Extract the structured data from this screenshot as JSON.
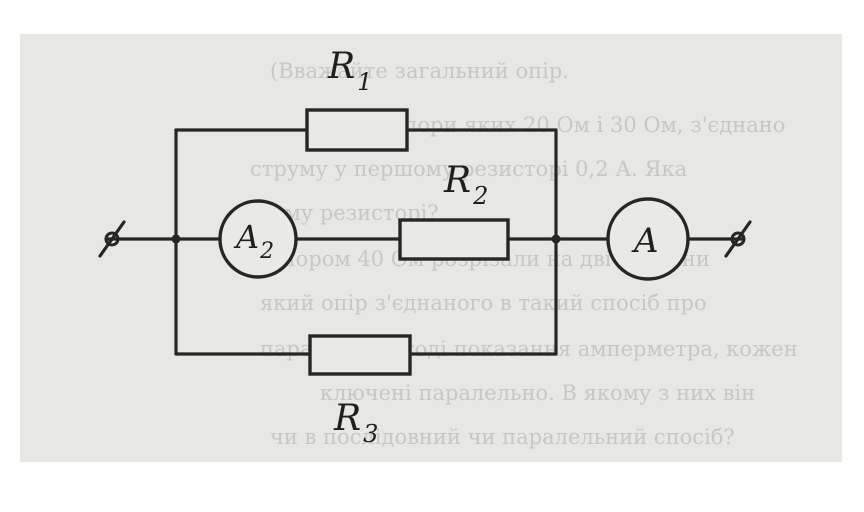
{
  "figure": {
    "resistors": [
      {
        "id": "R1",
        "letter": "R",
        "subscript": "1"
      },
      {
        "id": "R2",
        "letter": "R",
        "subscript": "2"
      },
      {
        "id": "R3",
        "letter": "R",
        "subscript": "3"
      }
    ],
    "ammeters": [
      {
        "id": "A2",
        "letter": "A",
        "subscript": "2"
      },
      {
        "id": "A",
        "letter": "A",
        "subscript": ""
      }
    ],
    "colors": {
      "ink": "#262626",
      "paper": "#e7e8e4",
      "bleed_text": "#c7c8c3"
    }
  },
  "background_text": {
    "lines": [
      "(Вважайте загальний опір.",
      "ли, опори яких 20 Ом і 30 Ом, з'єднано",
      "струму у першому резисторі 0,2 А. Яка",
      "вому резисторі?",
      "у опором 40 Ом розрізали на дві частини",
      "який опір з'єднаного в такий спосіб про",
      "паралельно, тоді показання амперметра, кожен",
      "ключені паралельно. В якому з них він",
      "чи в послідовний чи паралельний спосіб?"
    ]
  }
}
